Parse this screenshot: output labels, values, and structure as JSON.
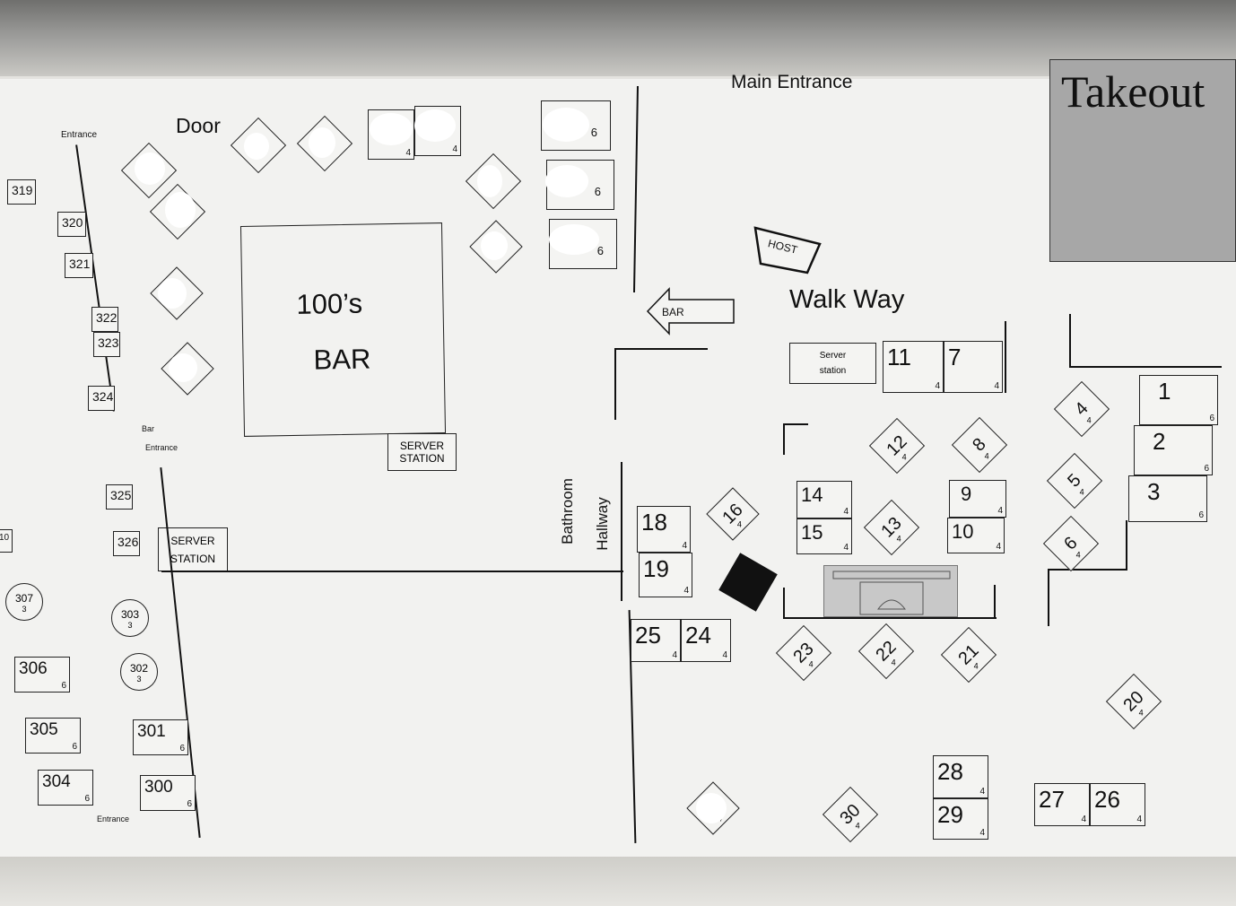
{
  "labels": {
    "door": "Door",
    "main_entrance": "Main Entrance",
    "takeout": "Takeout",
    "walkway": "Walk Way",
    "host": "HOST",
    "bar_arrow": "BAR",
    "bar_name_1": "100’s",
    "bar_name_2": "BAR",
    "server_station_1a": "SERVER",
    "server_station_1b": "STATION",
    "server_station_2a": "SERVER",
    "server_station_2b": "STATION",
    "server_station_3a": "Server",
    "server_station_3b": "station",
    "bathroom": "Bathroom",
    "hallway": "Hallway",
    "entrance_top": "Entrance",
    "bar_entrance_1": "Bar",
    "bar_entrance_2": "Entrance",
    "entrance_bottom": "Entrance"
  },
  "tables_main": [
    {
      "n": "1",
      "c": "6"
    },
    {
      "n": "2",
      "c": "6"
    },
    {
      "n": "3",
      "c": "6"
    },
    {
      "n": "4",
      "c": "4"
    },
    {
      "n": "5",
      "c": "4"
    },
    {
      "n": "6",
      "c": "4"
    },
    {
      "n": "7",
      "c": "4"
    },
    {
      "n": "8",
      "c": "4"
    },
    {
      "n": "9",
      "c": "4"
    },
    {
      "n": "10",
      "c": "4"
    },
    {
      "n": "11",
      "c": "4"
    },
    {
      "n": "12",
      "c": "4"
    },
    {
      "n": "13",
      "c": "4"
    },
    {
      "n": "14",
      "c": "4"
    },
    {
      "n": "15",
      "c": "4"
    },
    {
      "n": "16",
      "c": "4"
    },
    {
      "n": "18",
      "c": "4"
    },
    {
      "n": "19",
      "c": "4"
    },
    {
      "n": "20",
      "c": "4"
    },
    {
      "n": "21",
      "c": "4"
    },
    {
      "n": "22",
      "c": "4"
    },
    {
      "n": "23",
      "c": "4"
    },
    {
      "n": "24",
      "c": "4"
    },
    {
      "n": "25",
      "c": "4"
    },
    {
      "n": "26",
      "c": "4"
    },
    {
      "n": "27",
      "c": "4"
    },
    {
      "n": "28",
      "c": "4"
    },
    {
      "n": "29",
      "c": "4"
    },
    {
      "n": "30",
      "c": "4"
    }
  ],
  "tables_patio": [
    {
      "n": "300",
      "c": "6"
    },
    {
      "n": "301",
      "c": "6"
    },
    {
      "n": "302",
      "c": "3"
    },
    {
      "n": "303",
      "c": "3"
    },
    {
      "n": "304",
      "c": "6"
    },
    {
      "n": "305",
      "c": "6"
    },
    {
      "n": "306",
      "c": "6"
    },
    {
      "n": "307",
      "c": "3"
    },
    {
      "n": "319",
      "c": ""
    },
    {
      "n": "320",
      "c": ""
    },
    {
      "n": "321",
      "c": ""
    },
    {
      "n": "322",
      "c": ""
    },
    {
      "n": "323",
      "c": ""
    },
    {
      "n": "324",
      "c": ""
    },
    {
      "n": "325",
      "c": ""
    },
    {
      "n": "326",
      "c": ""
    },
    {
      "n": "10",
      "c": ""
    }
  ],
  "tables_bar_side": [
    {
      "c": "6"
    },
    {
      "c": "6"
    },
    {
      "c": "6"
    },
    {
      "c": "4"
    },
    {
      "c": "4"
    }
  ]
}
